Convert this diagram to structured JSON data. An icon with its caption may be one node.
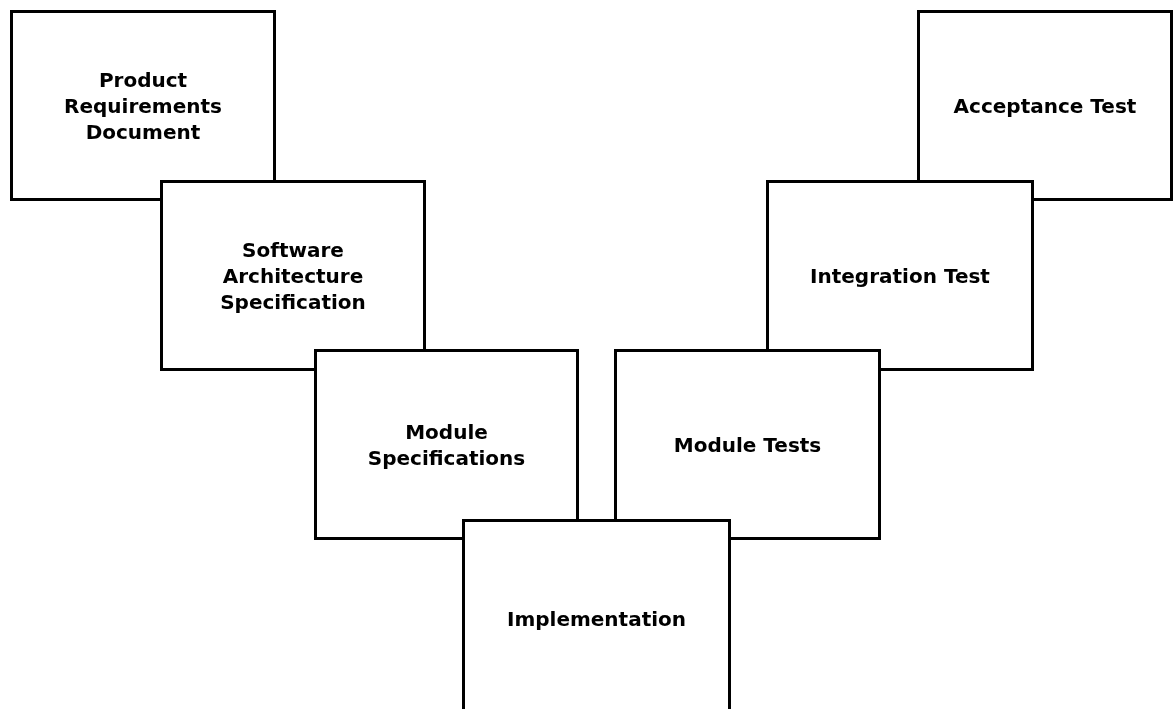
{
  "diagram": {
    "nodes": [
      {
        "text": [
          "Product Requirements Document"
        ]
      },
      {
        "text": [
          "Software Architecture Specification"
        ]
      },
      {
        "text": [
          "Module Specifications"
        ]
      },
      {
        "text": [
          "Implementation"
        ]
      },
      {
        "text": [
          "Module Tests"
        ]
      },
      {
        "text": [
          "Integration Test"
        ]
      },
      {
        "text": [
          "Acceptance Test"
        ]
      }
    ]
  }
}
